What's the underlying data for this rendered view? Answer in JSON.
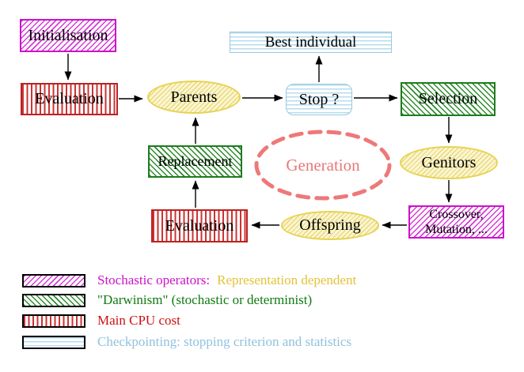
{
  "diagram": {
    "title": "Evolutionary algorithm loop diagram",
    "nodes": {
      "initialisation": {
        "label": "Initialisation",
        "style": "magenta-diagonal-hatch"
      },
      "evaluation_top": {
        "label": "Evaluation",
        "style": "red-vertical-stripes"
      },
      "parents": {
        "label": "Parents",
        "style": "yellow-hatch-ellipse"
      },
      "best_individual": {
        "label": "Best individual",
        "style": "cyan-horizontal-stripes"
      },
      "stop": {
        "label": "Stop ?",
        "style": "cyan-horizontal-stripes-rounded"
      },
      "selection": {
        "label": "Selection",
        "style": "green-diagonal-hatch"
      },
      "genitors": {
        "label": "Genitors",
        "style": "yellow-hatch-ellipse"
      },
      "crossover_mutation": {
        "label_line1": "Crossover,",
        "label_line2": "Mutation, ...",
        "style": "magenta-diagonal-hatch"
      },
      "offspring": {
        "label": "Offspring",
        "style": "yellow-hatch-ellipse"
      },
      "evaluation_bottom": {
        "label": "Evaluation",
        "style": "red-vertical-stripes"
      },
      "replacement": {
        "label": "Replacement",
        "style": "green-diagonal-hatch"
      },
      "generation": {
        "label": "Generation",
        "style": "salmon-dashed-ellipse"
      }
    },
    "edges": [
      {
        "from": "initialisation",
        "to": "evaluation_top"
      },
      {
        "from": "evaluation_top",
        "to": "parents"
      },
      {
        "from": "parents",
        "to": "stop"
      },
      {
        "from": "stop",
        "to": "best_individual"
      },
      {
        "from": "stop",
        "to": "selection"
      },
      {
        "from": "selection",
        "to": "genitors"
      },
      {
        "from": "genitors",
        "to": "crossover_mutation"
      },
      {
        "from": "crossover_mutation",
        "to": "offspring"
      },
      {
        "from": "offspring",
        "to": "evaluation_bottom"
      },
      {
        "from": "evaluation_bottom",
        "to": "replacement"
      },
      {
        "from": "replacement",
        "to": "parents"
      }
    ],
    "legend": {
      "items": [
        {
          "swatch": "magenta-diagonal-hatch",
          "text": "Stochastic operators:",
          "text2": "Representation dependent"
        },
        {
          "swatch": "green-diagonal-hatch",
          "text": "\"Darwinism\" (stochastic or determinist)",
          "text2": ""
        },
        {
          "swatch": "red-vertical-stripes",
          "text": "Main CPU cost",
          "text2": ""
        },
        {
          "swatch": "cyan-horizontal-stripes",
          "text": "Checkpointing: stopping criterion and statistics",
          "text2": ""
        }
      ]
    },
    "colors": {
      "magenta": "#cc11cc",
      "red": "#bb2222",
      "green": "#1e7a1e",
      "cyan_border": "#9cc8de",
      "yellow_border": "#e6d352",
      "yellow_fill": "#fbf6d0",
      "salmon_dashed": "#ee7878",
      "legend_text_magenta": "#cc11cc",
      "legend_text_gold": "#e3c238",
      "legend_text_green": "#0f7a0f",
      "legend_text_red": "#cc1111",
      "legend_text_cyan": "#8fc2de",
      "arrow_black": "#000000"
    }
  }
}
